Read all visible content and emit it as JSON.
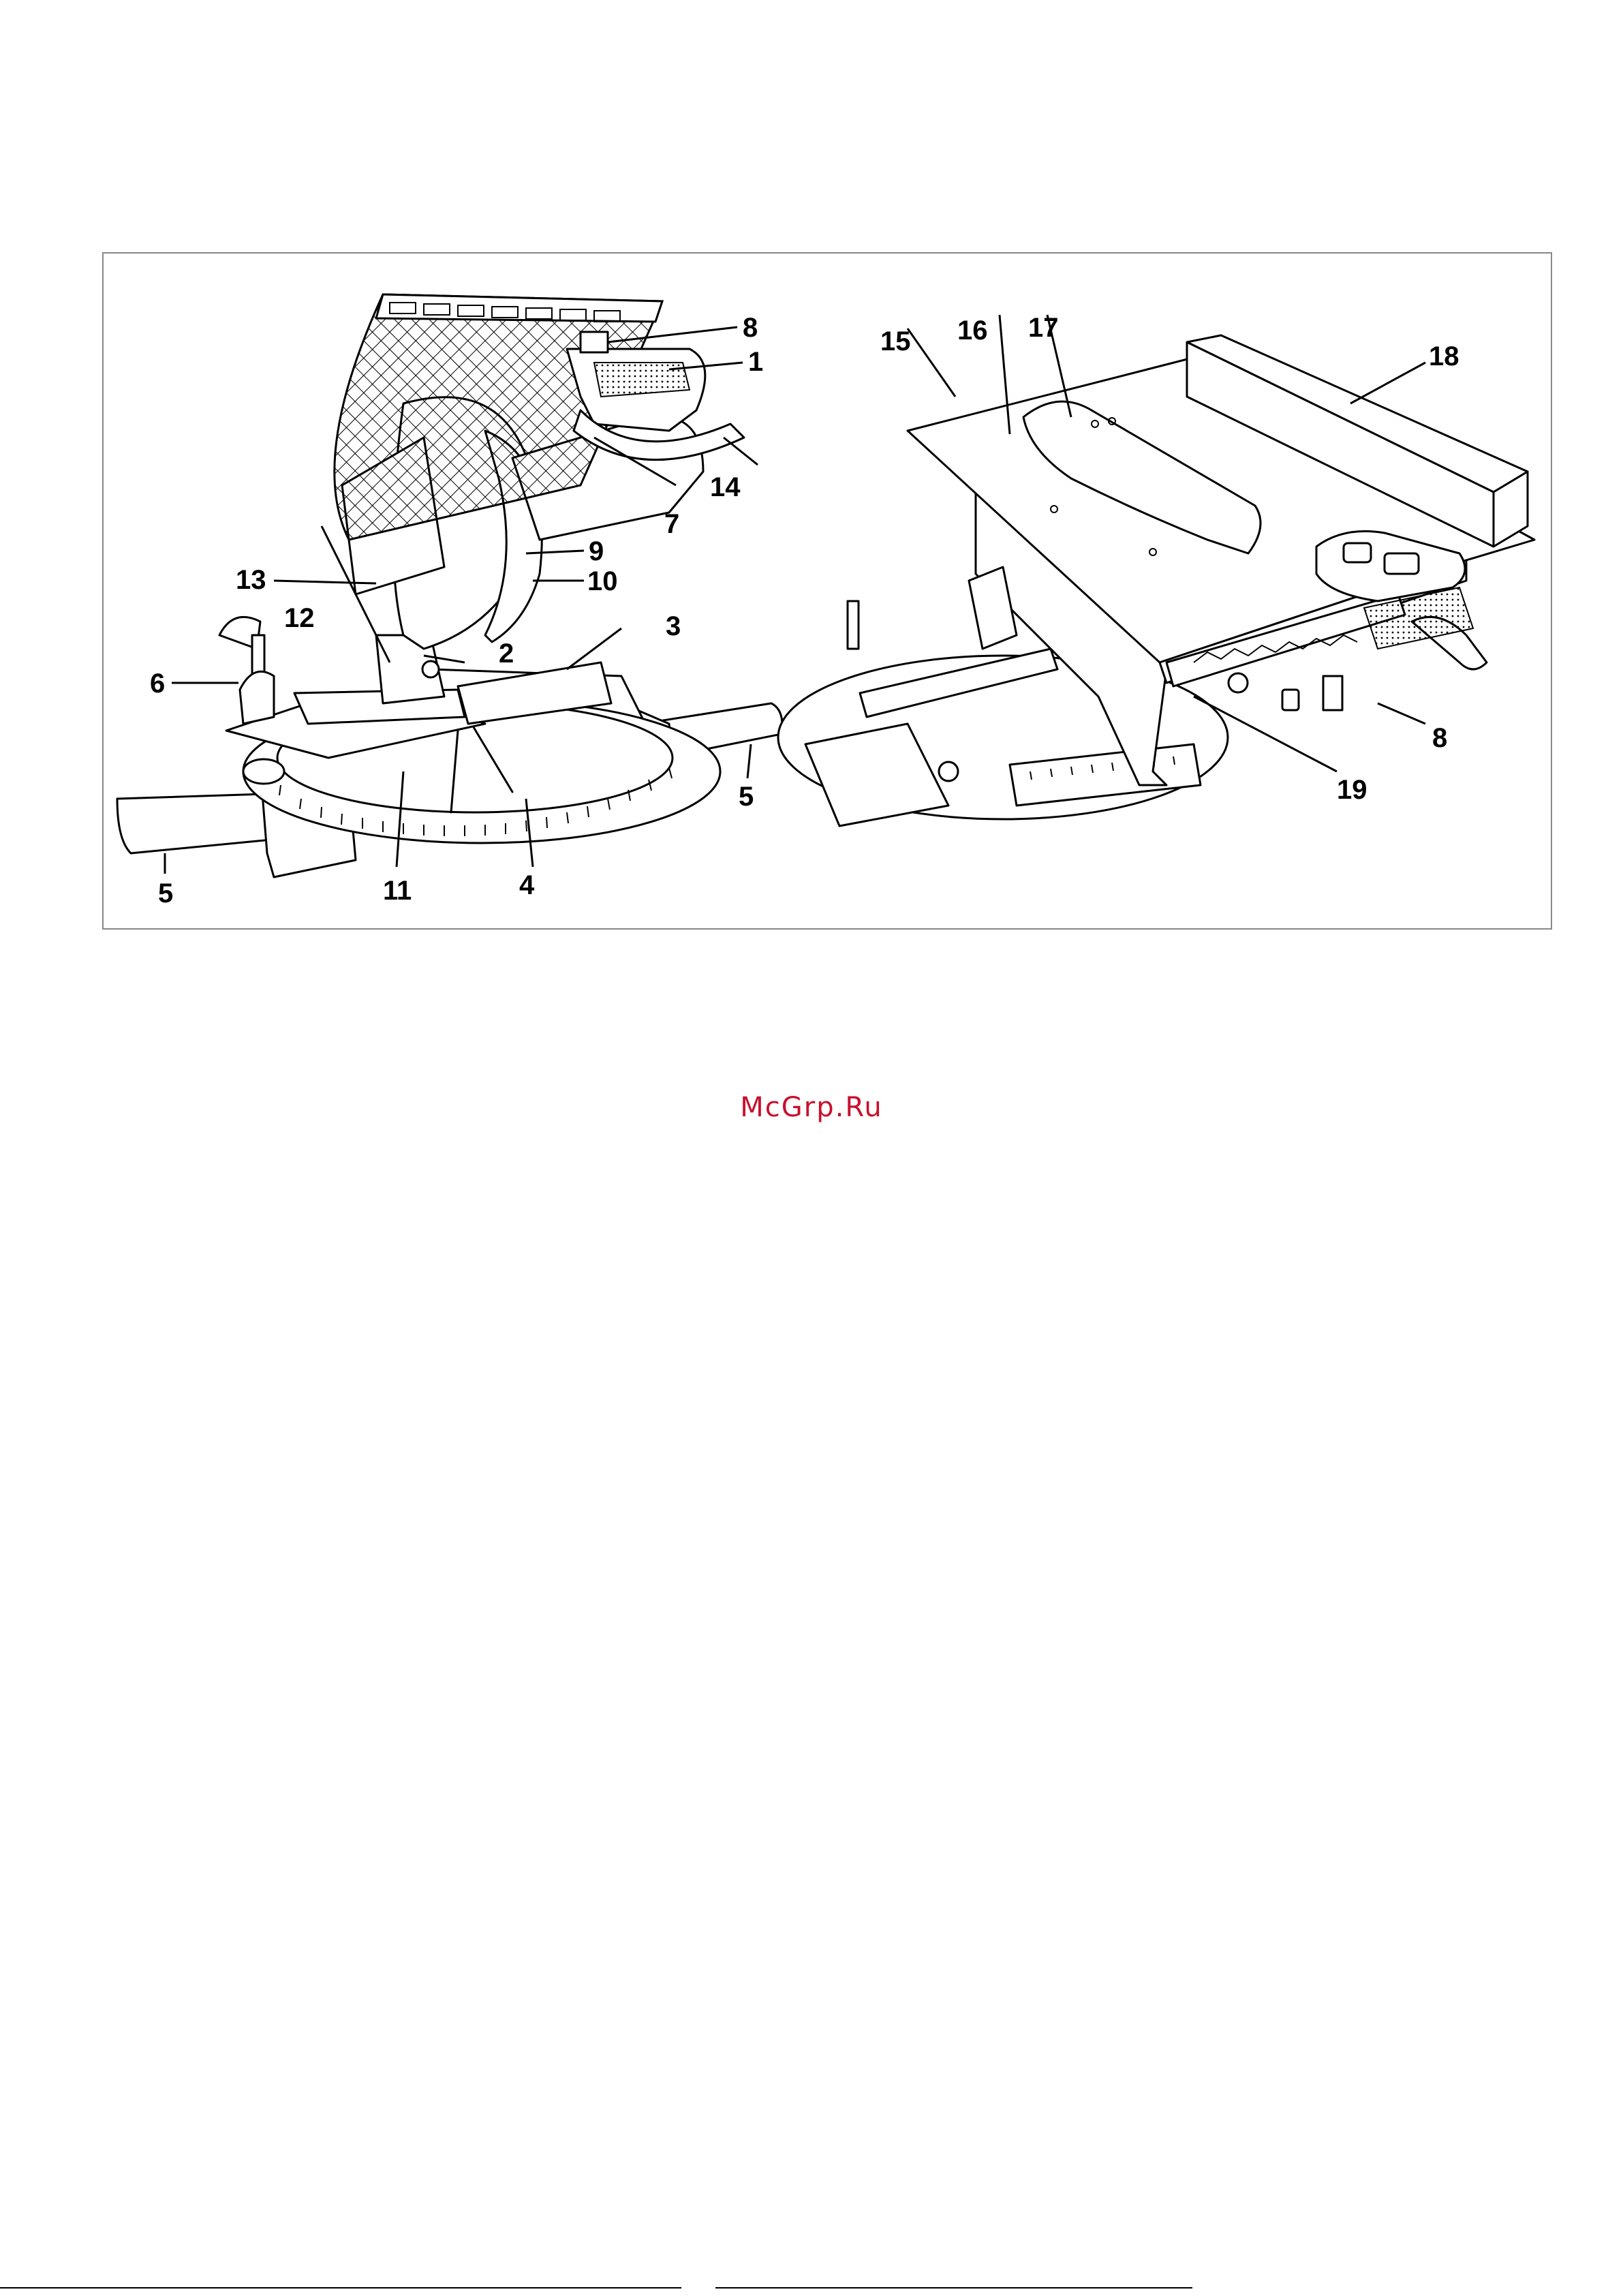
{
  "figure": {
    "left_view_callouts": [
      "8",
      "1",
      "14",
      "7",
      "9",
      "10",
      "13",
      "12",
      "2",
      "3",
      "6",
      "5",
      "5",
      "11",
      "4"
    ],
    "right_view_callouts": [
      "15",
      "16",
      "17",
      "18",
      "8",
      "19"
    ]
  },
  "watermark": "McGrp.Ru"
}
